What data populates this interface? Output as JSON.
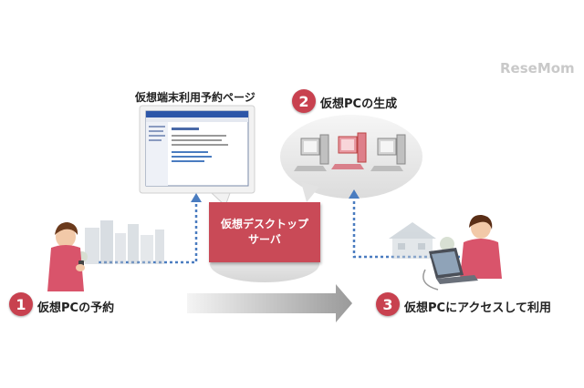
{
  "watermark": "ReseMom",
  "browser_caption": "仮想端末利用予約ページ",
  "server_label_line1": "仮想デスクトップ",
  "server_label_line2": "サーバ",
  "steps": [
    {
      "number": "1",
      "label": "仮想PCの予約"
    },
    {
      "number": "2",
      "label": "仮想PCの生成"
    },
    {
      "number": "3",
      "label": "仮想PCにアクセスして利用"
    }
  ],
  "colors": {
    "accent": "#c8414f",
    "arrow_dots": "#4a7cc0",
    "cloud": "#ececec"
  }
}
